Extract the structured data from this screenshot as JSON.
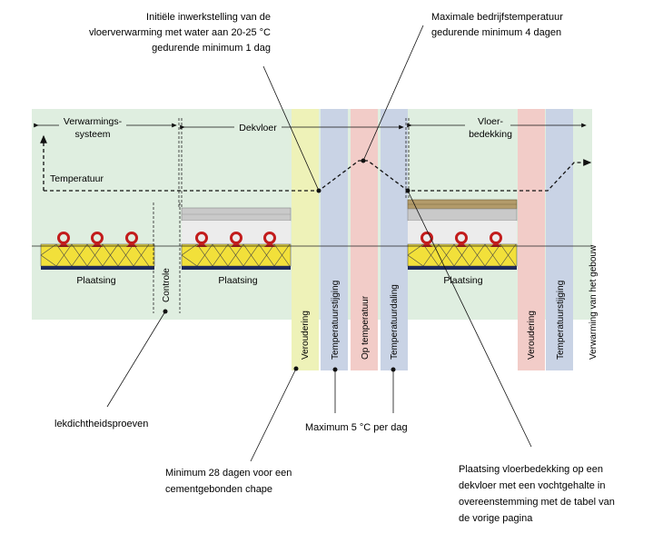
{
  "annotations": {
    "initial_heating": [
      "Initiële inwerkstelling van de",
      "vloerverwarming met water aan 20-25 °C",
      "gedurende minimum 1 dag"
    ],
    "max_temperature": [
      "Maximale bedrijfstemperatuur",
      "gedurende minimum 4 dagen"
    ],
    "leak_tests": [
      "lekdichtheidsproeven"
    ],
    "max_rate": [
      "Maximum 5 °C per dag"
    ],
    "min_aging": [
      "Minimum 28 dagen voor een",
      "cementgebonden chape"
    ],
    "floor_covering_placement": [
      "Plaatsing vloerbedekking op een",
      "dekvloer met een vochtgehalte in",
      "overeenstemming met de tabel van",
      "de vorige pagina"
    ]
  },
  "phases": {
    "heating_system": [
      "Verwarmings-",
      "systeem"
    ],
    "screed": "Dekvloer",
    "floor_covering": [
      "Vloer-",
      "bedekking"
    ]
  },
  "temperature_label": "Temperatuur",
  "placement_labels": [
    "Plaatsing",
    "Plaatsing",
    "Plaatsing"
  ],
  "vertical_labels": {
    "control": "Controle",
    "aging_1": "Veroudering",
    "temp_rise_1": "Temperatuurstijging",
    "at_temperature": "Op temperatuur",
    "temp_drop": "Temperatuurdaling",
    "aging_2": "Veroudering",
    "temp_rise_2": "Temperatuurstijging",
    "building_heating": "Verwarming van het gebouw"
  },
  "colors": {
    "background_band": "#dfeee0",
    "aging_band": "#eef2b8",
    "rise_band": "#c9d3e5",
    "hold_band": "#f2ccc8",
    "drop_band": "#c9d3e5",
    "aging_band_2": "#f2ccc8",
    "rise_band_2": "#c9d3e5",
    "insulation": "#f2e03a",
    "pipe": "#c21c1c"
  }
}
